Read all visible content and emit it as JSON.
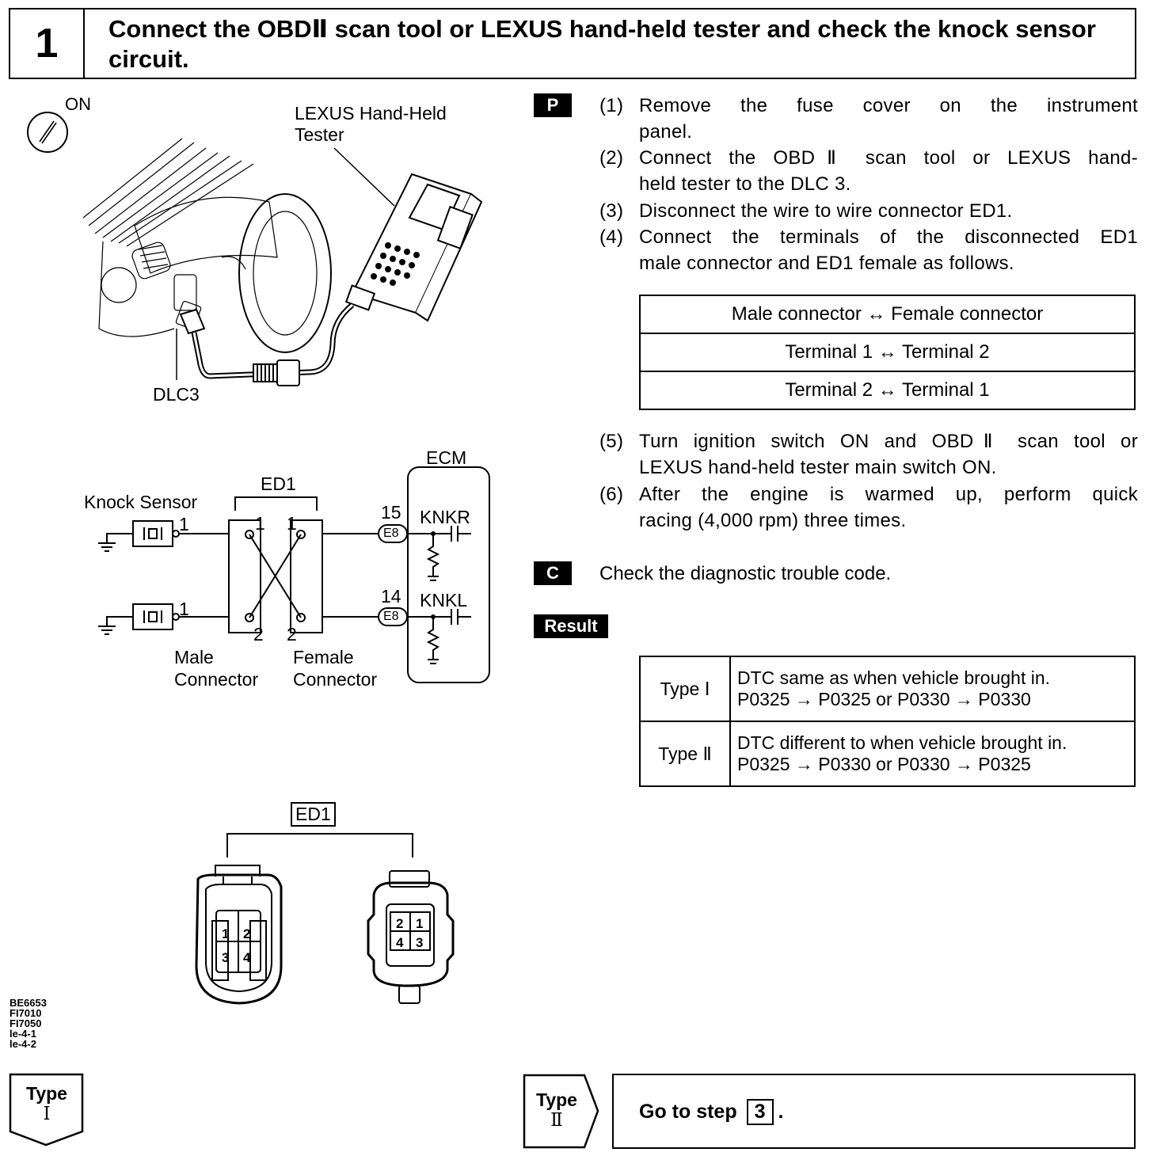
{
  "header": {
    "step_number": "1",
    "title": "Connect the OBDⅡ scan tool or LEXUS hand-held tester and check the knock sensor circuit."
  },
  "illustration": {
    "ignition_label": "ON",
    "tester_label_line1": "LEXUS Hand-Held",
    "tester_label_line2": "Tester",
    "dlc_label": "DLC3"
  },
  "circuit": {
    "ecm_label": "ECM",
    "connector_label": "ED1",
    "knock_sensor_label": "Knock Sensor",
    "sensor1_pin": "1",
    "sensor2_pin": "1",
    "male_pin_top": "1",
    "male_pin_bottom": "2",
    "female_pin_top": "1",
    "female_pin_bottom": "2",
    "ecm_pin_top": "15",
    "ecm_pin_bottom": "14",
    "ecm_conn_top": "E8",
    "ecm_conn_bottom": "E8",
    "knkr_label": "KNKR",
    "knkl_label": "KNKL",
    "male_connector_line1": "Male",
    "male_connector_line2": "Connector",
    "female_connector_line1": "Female",
    "female_connector_line2": "Connector"
  },
  "connector_view": {
    "label": "ED1",
    "left_pins": [
      "1",
      "2",
      "3",
      "4"
    ],
    "right_pins": [
      "2",
      "1",
      "4",
      "3"
    ]
  },
  "figure_codes": [
    "BE6653",
    "FI7010",
    "FI7050",
    "le-4-1",
    "le-4-2"
  ],
  "procedure_badge": "P",
  "steps": [
    {
      "num": "(1)",
      "line1": "Remove the fuse cover on the instrument",
      "line2": "panel."
    },
    {
      "num": "(2)",
      "line1": "Connect the OBDⅡ scan tool or LEXUS hand-",
      "line2": "held tester to the DLC 3."
    },
    {
      "num": "(3)",
      "line1": "Disconnect the wire to wire connector ED1.",
      "line2": ""
    },
    {
      "num": "(4)",
      "line1": "Connect the terminals of the disconnected ED1",
      "line2": "male connector and ED1 female as follows."
    },
    {
      "num": "(5)",
      "line1": "Turn ignition switch ON and OBDⅡ scan tool or",
      "line2": "LEXUS hand-held tester main switch ON."
    },
    {
      "num": "(6)",
      "line1": "After the engine is warmed up, perform quick",
      "line2": "racing (4,000 rpm) three times."
    }
  ],
  "connection_table": [
    "Male connector ↔ Female connector",
    "Terminal 1 ↔ Terminal 2",
    "Terminal 2 ↔ Terminal 1"
  ],
  "check_badge": "C",
  "check_text": "Check the diagnostic trouble code.",
  "result_badge": "Result",
  "result_table": [
    {
      "type": "Type Ⅰ",
      "line1": "DTC same as when vehicle brought in.",
      "line2": "P0325 → P0325 or P0330 → P0330"
    },
    {
      "type": "Type Ⅱ",
      "line1": "DTC different to when vehicle brought in.",
      "line2": "P0325 → P0330 or P0330 → P0325"
    }
  ],
  "bottom": {
    "type1_word": "Type",
    "type1_numeral": "Ⅰ",
    "type2_word": "Type",
    "type2_numeral": "Ⅱ",
    "goto_text": "Go to step",
    "goto_step": "3",
    "goto_period": "."
  }
}
